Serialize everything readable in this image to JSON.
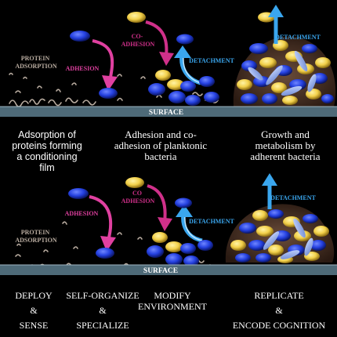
{
  "colors": {
    "adhesion": "#e040a0",
    "coadhesion": "#d0308a",
    "detachment": "#3aa6ee",
    "surface": "#4e6a78",
    "protein": "#b9aca0",
    "blue_cell": "#2440e0",
    "yellow_cell": "#f2d04a",
    "lightblue_cell": "#8aa8e0"
  },
  "top_panel": {
    "protein_adsorption": [
      "PROTEIN",
      "ADSORPTION"
    ],
    "adhesion": "ADHESION",
    "co_adhesion": [
      "CO-",
      "ADHESION"
    ],
    "detachment_1": "DETACHMENT",
    "detachment_2": "DETACHMENT",
    "surface": "SURFACE"
  },
  "captions": {
    "c1": [
      "Adsorption of",
      "proteins forming",
      "a conditioning",
      "film"
    ],
    "c2": [
      "Adhesion and co-",
      "adhesion of planktonic",
      "bacteria"
    ],
    "c3": [
      "Growth and",
      "metabolism by",
      "adherent bacteria"
    ]
  },
  "bottom_panel": {
    "protein_adsorption": [
      "PROTEIN",
      "ADSORPTION"
    ],
    "adhesion": "ADHESION",
    "co_adhesion": [
      "CO",
      "ADHESION"
    ],
    "detachment_1": "DETACHMENT",
    "detachment_2": "DETACHMENT",
    "surface": "SURFACE"
  },
  "steps": {
    "s1": [
      "DEPLOY",
      "&",
      "SENSE"
    ],
    "s2": [
      "SELF-ORGANIZE",
      "&",
      "SPECIALIZE"
    ],
    "s3": [
      "MODIFY",
      "ENVIRONMENT"
    ],
    "s4": [
      "REPLICATE",
      "&",
      "ENCODE COGNITION"
    ]
  }
}
